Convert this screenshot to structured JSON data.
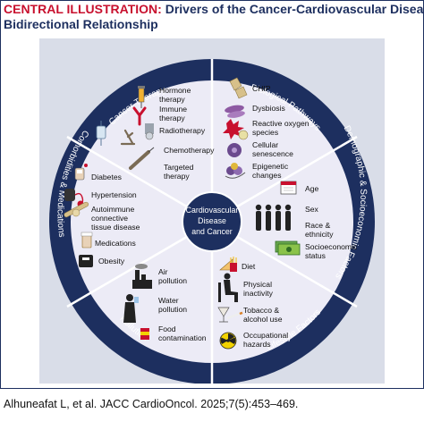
{
  "header": {
    "lead": "CENTRAL ILLUSTRATION:",
    "title_rest": "Drivers of the Cancer-Cardiovascular Disease",
    "title_line2": "Bidirectional Relationship"
  },
  "center": {
    "line1": "Cardiovascular",
    "line2": "Disease",
    "line3": "and Cancer"
  },
  "sections": {
    "cancer_therapy": {
      "title": "Cancer Therapy",
      "items": [
        {
          "line1": "Hormone",
          "line2": "therapy",
          "icon": "syringe-icon"
        },
        {
          "line1": "Immune",
          "line2": "therapy",
          "icon": "antibody-icon"
        },
        {
          "line1": "Radiotherapy",
          "icon": "radiation-machine-icon"
        },
        {
          "line1": "Chemotherapy",
          "icon": "iv-bag-icon"
        },
        {
          "line1": "Targeted",
          "line2": "therapy",
          "icon": "syringe-icon"
        }
      ]
    },
    "biological_pathways": {
      "title": "Biological Pathways",
      "items": [
        {
          "line1": "CHIP",
          "icon": "cell-clone-icon"
        },
        {
          "line1": "Dysbiosis",
          "icon": "bacteria-icon"
        },
        {
          "line1": "Reactive oxygen",
          "line2": "species",
          "icon": "ros-icon"
        },
        {
          "line1": "Cellular",
          "line2": "senescence",
          "icon": "cell-icon"
        },
        {
          "line1": "Epigenetic",
          "line2": "changes",
          "icon": "dna-icon"
        }
      ]
    },
    "demographic": {
      "title": "Demographic & Socioeconomic Factors",
      "items": [
        {
          "line1": "Age",
          "icon": "calendar-icon"
        },
        {
          "line1": "Sex",
          "icon": "people-icon"
        },
        {
          "line1": "Race &",
          "line2": "ethnicity",
          "icon": "people-icon"
        },
        {
          "line1": "Socioeconomic",
          "line2": "status",
          "icon": "money-icon"
        }
      ]
    },
    "lifestyle": {
      "title": "Lifestyle Factors",
      "items": [
        {
          "line1": "Diet",
          "icon": "fast-food-icon"
        },
        {
          "line1": "Physical",
          "line2": "inactivity",
          "icon": "sitting-person-icon"
        },
        {
          "line1": "Tobacco &",
          "line2": "alcohol use",
          "icon": "cigarette-glass-icon"
        },
        {
          "line1": "Occupational",
          "line2": "hazards",
          "icon": "radiation-hazard-icon"
        }
      ]
    },
    "pollution": {
      "title": "Pollution",
      "items": [
        {
          "line1": "Air",
          "line2": "pollution",
          "icon": "factory-icon"
        },
        {
          "line1": "Water",
          "line2": "pollution",
          "icon": "drinking-person-icon"
        },
        {
          "line1": "Food",
          "line2": "contamination",
          "icon": "canned-food-icon"
        }
      ]
    },
    "comorbidities": {
      "title": "Comorbidities & Medications",
      "items": [
        {
          "line1": "Diabetes",
          "icon": "glucose-meter-icon"
        },
        {
          "line1": "Hypertension",
          "icon": "blood-pressure-cuff-icon"
        },
        {
          "line1": "Autoimmune",
          "line2": "connective",
          "line3": "tissue disease",
          "icon": "joint-icon"
        },
        {
          "line1": "Medications",
          "icon": "pill-bottle-icon"
        },
        {
          "line1": "Obesity",
          "icon": "scale-icon"
        }
      ]
    }
  },
  "citation": "Alhuneafat L, et al. JACC CardioOncol. 2025;7(5):453–469.",
  "colors": {
    "ring": "#1d2f5f",
    "disc": "#ecebf6",
    "title_red": "#c8102e",
    "panel": "#d9dde8"
  }
}
